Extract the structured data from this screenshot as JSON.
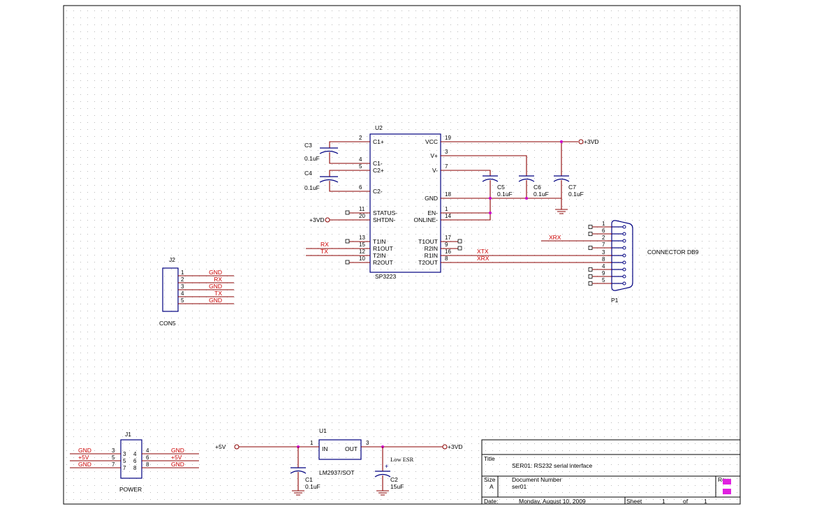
{
  "u2": {
    "ref": "U2",
    "part": "SP3223",
    "left_pins": [
      {
        "num": "2",
        "name": "C1+"
      },
      {
        "num": "4",
        "name": "C1-"
      },
      {
        "num": "5",
        "name": "C2+"
      },
      {
        "num": "6",
        "name": "C2-"
      },
      {
        "num": "11",
        "name": "STATUS-"
      },
      {
        "num": "20",
        "name": "SHTDN-"
      },
      {
        "num": "13",
        "name": "T1IN"
      },
      {
        "num": "15",
        "name": "R1OUT"
      },
      {
        "num": "12",
        "name": "T2IN"
      },
      {
        "num": "10",
        "name": "R2OUT"
      }
    ],
    "right_pins": [
      {
        "num": "19",
        "name": "VCC"
      },
      {
        "num": "3",
        "name": "V+"
      },
      {
        "num": "7",
        "name": "V-"
      },
      {
        "num": "18",
        "name": "GND"
      },
      {
        "num": "1",
        "name": "EN-"
      },
      {
        "num": "14",
        "name": "ONLINE-"
      },
      {
        "num": "17",
        "name": "T1OUT"
      },
      {
        "num": "9",
        "name": "R2IN"
      },
      {
        "num": "16",
        "name": "R1IN"
      },
      {
        "num": "8",
        "name": "T2OUT"
      }
    ]
  },
  "caps": [
    {
      "ref": "C3",
      "value": "0.1uF"
    },
    {
      "ref": "C4",
      "value": "0.1uF"
    },
    {
      "ref": "C5",
      "value": "0.1uF"
    },
    {
      "ref": "C6",
      "value": "0.1uF"
    },
    {
      "ref": "C7",
      "value": "0.1uF"
    },
    {
      "ref": "C1",
      "value": "0.1uF"
    },
    {
      "ref": "C2",
      "value": "15uF"
    }
  ],
  "power": {
    "p3v": "+3VD",
    "p5v": "+5V"
  },
  "nets": {
    "rx": "RX",
    "tx": "TX",
    "xtx": "XTX",
    "xrx": "XRX",
    "gnd": "GND"
  },
  "p1": {
    "ref": "P1",
    "name": "CONNECTOR DB9",
    "pins": [
      "1",
      "6",
      "2",
      "7",
      "3",
      "8",
      "4",
      "9",
      "5"
    ]
  },
  "j2": {
    "ref": "J2",
    "part": "CON5",
    "pins": [
      "1",
      "2",
      "3",
      "4",
      "5"
    ],
    "nets": [
      "GND",
      "RX",
      "GND",
      "TX",
      "GND"
    ]
  },
  "j1": {
    "ref": "J1",
    "part": "POWER",
    "left_nets": [
      "GND",
      "+5V",
      "GND"
    ],
    "left_pins": [
      "3",
      "5",
      "7"
    ],
    "right_nets": [
      "GND",
      "+5V",
      "GND"
    ],
    "right_pins": [
      "4",
      "6",
      "8"
    ],
    "inner_left": [
      "3",
      "5",
      "7"
    ],
    "inner_right": [
      "4",
      "6",
      "8"
    ]
  },
  "u1": {
    "ref": "U1",
    "part": "LM2937/SOT",
    "in": "IN",
    "out": "OUT",
    "pin_in": "1",
    "pin_out": "3",
    "note": "Low ESR"
  },
  "title_block": {
    "title_label": "Title",
    "title": "SER01: RS232 serial interface",
    "size_label": "Size",
    "size": "A",
    "docnum_label": "Document Number",
    "docnum": "ser01",
    "rev_label": "Rev",
    "date_label": "Date:",
    "date": "Monday, August 10, 2009",
    "sheet_label": "Sheet",
    "sheet": "1",
    "of_label": "of",
    "sheets": "1"
  }
}
